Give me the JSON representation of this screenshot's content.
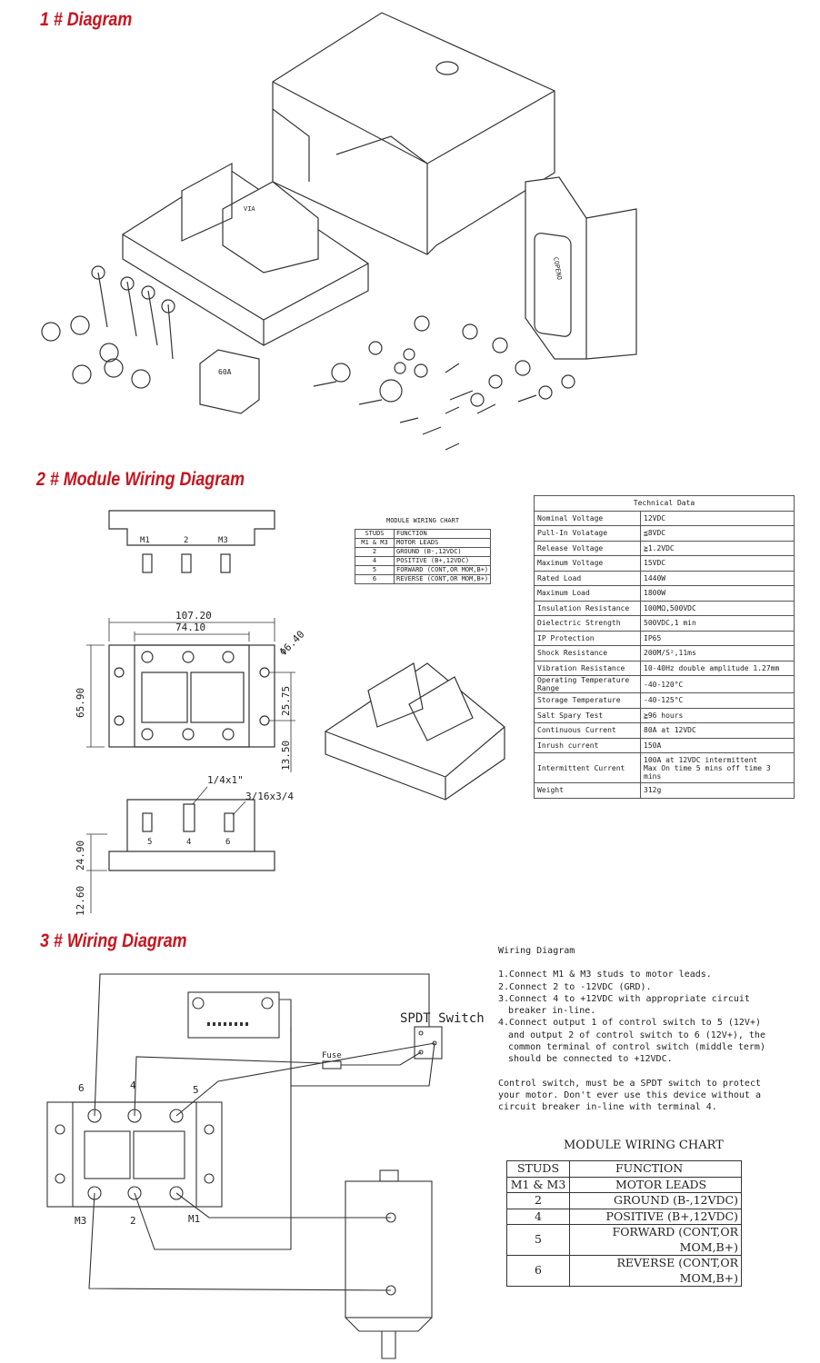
{
  "sections": {
    "s1": "1 #  Diagram",
    "s2": "2 # Module Wiring Diagram",
    "s3": "3 # Wiring Diagram"
  },
  "parts_labels": {
    "switch_brand": "COPENO",
    "breaker": "60A"
  },
  "dimensions": {
    "width_outer": "107.20",
    "width_inner": "74.10",
    "height": "65.90",
    "hole_spacing": "25.75",
    "hole_offset": "13.50",
    "hole_dia": "Φ6.40",
    "stud_large": "1/4x1\"",
    "stud_small": "3/16x3/4",
    "side_height": "24.90",
    "base_height": "12.60"
  },
  "studs": {
    "m1": "M1",
    "two": "2",
    "m3": "M3",
    "five": "5",
    "four": "4",
    "six": "6"
  },
  "wiring": {
    "switch_label": "SPDT Switch",
    "fuse_label": "Fuse"
  },
  "module_chart_small": {
    "title": "MODULE WIRING CHART",
    "headers": [
      "STUDS",
      "FUNCTION"
    ],
    "rows": [
      [
        "M1 & M3",
        "MOTOR LEADS"
      ],
      [
        "2",
        "GROUND (B-,12VDC)"
      ],
      [
        "4",
        "POSITIVE (B+,12VDC)"
      ],
      [
        "5",
        "FORWARD (CONT,OR MOM,B+)"
      ],
      [
        "6",
        "REVERSE (CONT,OR MOM,B+)"
      ]
    ]
  },
  "technical_data": {
    "title": "Technical Data",
    "rows": [
      [
        "Nominal Voltage",
        "12VDC"
      ],
      [
        "Pull-In Volatage",
        "≦8VDC"
      ],
      [
        "Release Voltage",
        "≧1.2VDC"
      ],
      [
        "Maximum Voltage",
        "15VDC"
      ],
      [
        "Rated Load",
        "1440W"
      ],
      [
        "Maximum Load",
        "1800W"
      ],
      [
        "Insulation Resistance",
        "100MΩ,500VDC"
      ],
      [
        "Dielectric Strength",
        "500VDC,1 min"
      ],
      [
        "IP Protection",
        "IP65"
      ],
      [
        "Shock Resistance",
        "200M/S²,11ms"
      ],
      [
        "Vibration Resistance",
        "10-40Hz double amplitude 1.27mm"
      ],
      [
        "Operating Temperature Range",
        "-40-120°C"
      ],
      [
        "Storage Temperature",
        "-40-125°C"
      ],
      [
        "Salt Spary Test",
        "≧96 hours"
      ],
      [
        "Continuous Current",
        "80A at 12VDC"
      ],
      [
        "Inrush current",
        "150A"
      ],
      [
        "Intermittent Current",
        "100A at 12VDC intermittent",
        "Max On time 5 mins off time 3 mins"
      ],
      [
        "Weight",
        "312g"
      ]
    ]
  },
  "wiring_instructions": {
    "title": "Wiring Diagram",
    "steps": [
      "1.Connect M1 & M3 studs to motor leads.",
      "2.Connect 2 to -12VDC (GRD).",
      "3.Connect 4 to +12VDC with appropriate circuit breaker in-line.",
      "4.Connect output 1 of control switch to 5 (12V+) and output 2 of control switch to 6 (12V+), the common terminal of control switch (middle term) should be connected to +12VDC."
    ],
    "note": "Control switch, must be a SPDT switch to protect your motor. Don't ever use this device without a circuit breaker in-line with terminal 4."
  },
  "module_chart_large": {
    "title": "MODULE WIRING CHART",
    "headers": [
      "STUDS",
      "FUNCTION"
    ],
    "rows": [
      [
        "M1 & M3",
        "MOTOR LEADS"
      ],
      [
        "2",
        "GROUND (B-,12VDC)"
      ],
      [
        "4",
        "POSITIVE (B+,12VDC)"
      ],
      [
        "5",
        "FORWARD (CONT,OR MOM,B+)"
      ],
      [
        "6",
        "REVERSE (CONT,OR MOM,B+)"
      ]
    ]
  }
}
